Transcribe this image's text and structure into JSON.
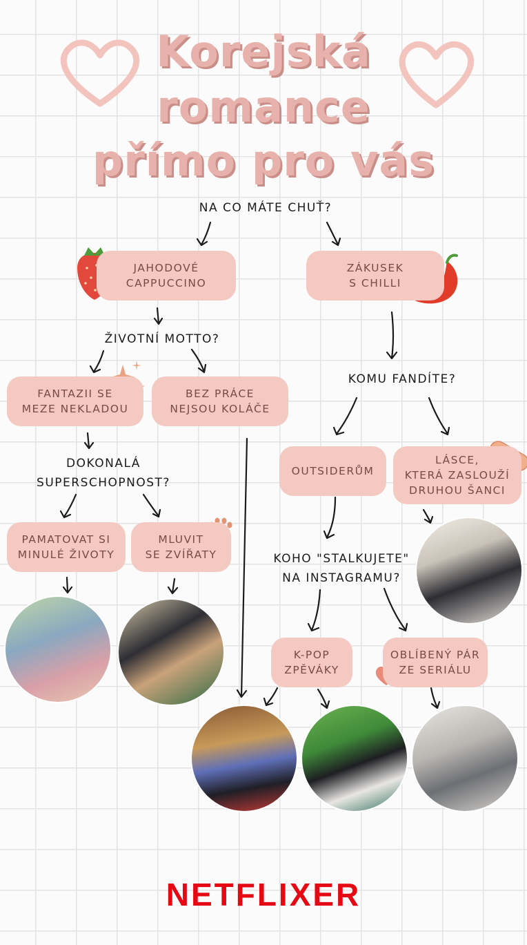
{
  "title": {
    "line1": "Korejská",
    "line2": "romance",
    "line3": "přímo pro vás"
  },
  "questions": {
    "q1": "NA CO MÁTE CHUŤ?",
    "q2": "ŽIVOTNÍ MOTTO?",
    "q3_line1": "DOKONALÁ",
    "q3_line2": "SUPERSCHOPNOST?",
    "q4": "KOMU FANDÍTE?",
    "q5_line1": "KOHO \"STALKUJETE\"",
    "q5_line2": "NA INSTAGRAMU?"
  },
  "options": {
    "jahodove_line1": "JAHODOVÉ",
    "jahodove_line2": "CAPPUCCINO",
    "zakusek_line1": "ZÁKUSEK",
    "zakusek_line2": "S CHILLI",
    "fantazii_line1": "FANTAZII SE",
    "fantazii_line2": "MEZE NEKLADOU",
    "bezprace_line1": "BEZ PRÁCE",
    "bezprace_line2": "NEJSOU KOLÁČE",
    "outsiderum": "OUTSIDERŮM",
    "lasce_line1": "LÁSCE,",
    "lasce_line2": "KTERÁ ZASLOUŽÍ",
    "lasce_line3": "DRUHOU ŠANCI",
    "pamatovat_line1": "PAMATOVAT SI",
    "pamatovat_line2": "MINULÉ ŽIVOTY",
    "mluvit_line1": "MLUVIT",
    "mluvit_line2": "SE ZVÍŘATY",
    "kpop_line1": "K-POP",
    "kpop_line2": "ZPĚVÁKY",
    "oblibeny_line1": "OBLÍBENÝ PÁR",
    "oblibeny_line2": "ZE SERIÁLU"
  },
  "icons": [
    "heart-icon",
    "strawberry-icon",
    "chili-icon",
    "sparkle-icon",
    "paw-icon",
    "bandage-icon"
  ],
  "colors": {
    "title": "#e8b2ac",
    "box": "#f4c9c2",
    "box_text": "#7a4a44",
    "logo": "#e50914"
  },
  "brand": "NETFLIXER"
}
